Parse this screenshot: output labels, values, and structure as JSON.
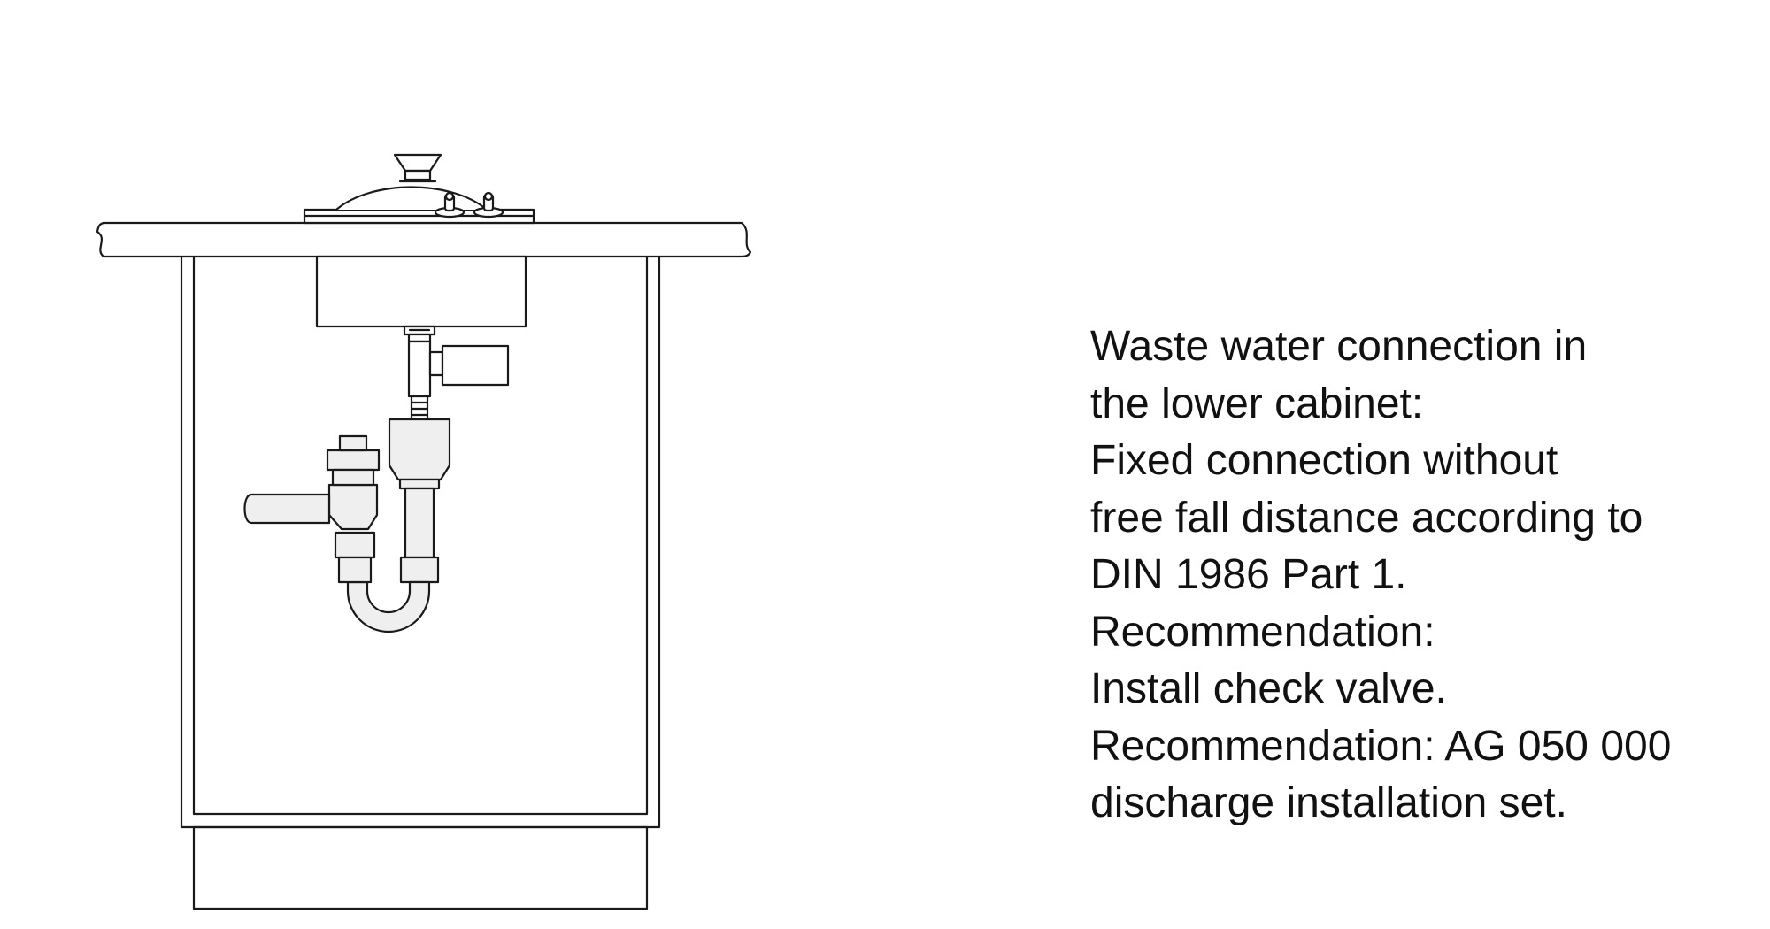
{
  "caption": {
    "lines": [
      "Waste water connection in",
      "the lower cabinet:",
      "Fixed connection without",
      "free fall distance according to",
      "DIN 1986 Part 1.",
      "Recommendation:",
      "Install check valve.",
      "Recommendation: AG 050 000",
      "discharge installation set."
    ]
  },
  "colors": {
    "stroke": "#1a1a1a",
    "fitting_fill": "#efefef",
    "background": "#ffffff",
    "text": "#111111"
  }
}
